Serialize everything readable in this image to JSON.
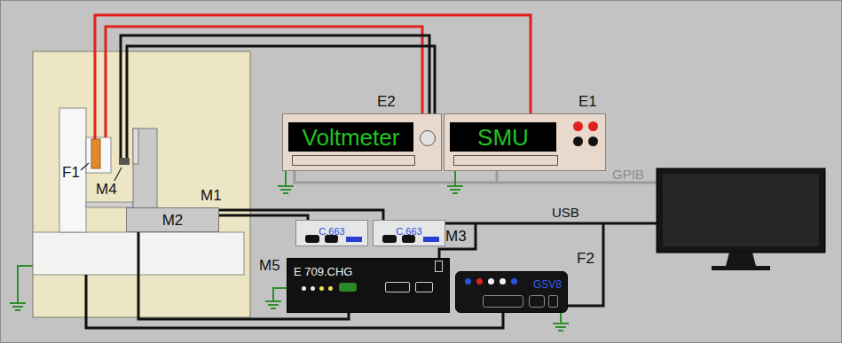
{
  "diagram": {
    "nodes": [
      {
        "text": [
          "M2"
        ]
      },
      {
        "text": [
          "Voltmeter"
        ]
      },
      {
        "text": [
          "SMU"
        ]
      },
      {
        "text": [
          "C.663"
        ]
      },
      {
        "text": [
          "C.663"
        ]
      },
      {
        "text": [
          "E 709.CHG"
        ]
      },
      {
        "text": [
          "GSV8"
        ]
      }
    ],
    "edges": [
      {
        "from": 0,
        "to": 3,
        "arrow": "none"
      },
      {
        "from": 0,
        "to": 4,
        "arrow": "none"
      },
      {
        "from": 0,
        "to": 5,
        "arrow": "none"
      }
    ],
    "labels": [
      "E2",
      "E1",
      "F1",
      "M4",
      "M1",
      "M3",
      "M5",
      "F2",
      "GPIB",
      "USB"
    ]
  }
}
